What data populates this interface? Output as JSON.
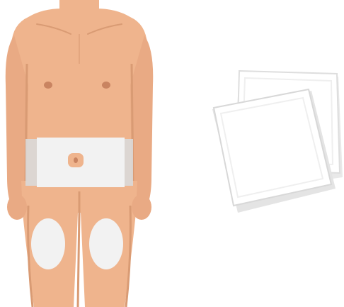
{
  "illustration": {
    "figure": "male-torso-front-view",
    "highlighted_areas": [
      "abdomen-band-around-navel",
      "front-left-thigh-patch",
      "front-right-thigh-patch"
    ],
    "object": "two-square-gauze-pads"
  },
  "colors": {
    "background": "#ffffff",
    "skin": "#efb48d",
    "skin_shadow": "#dc9d75",
    "skin_dark": "#c98461",
    "highlight_area": "#f2f2f2",
    "highlight_shadow": "#d9d9d9",
    "pad_face": "#ffffff",
    "pad_edge": "#d8d8d8",
    "pad_shadow": "#e9e9e9"
  }
}
